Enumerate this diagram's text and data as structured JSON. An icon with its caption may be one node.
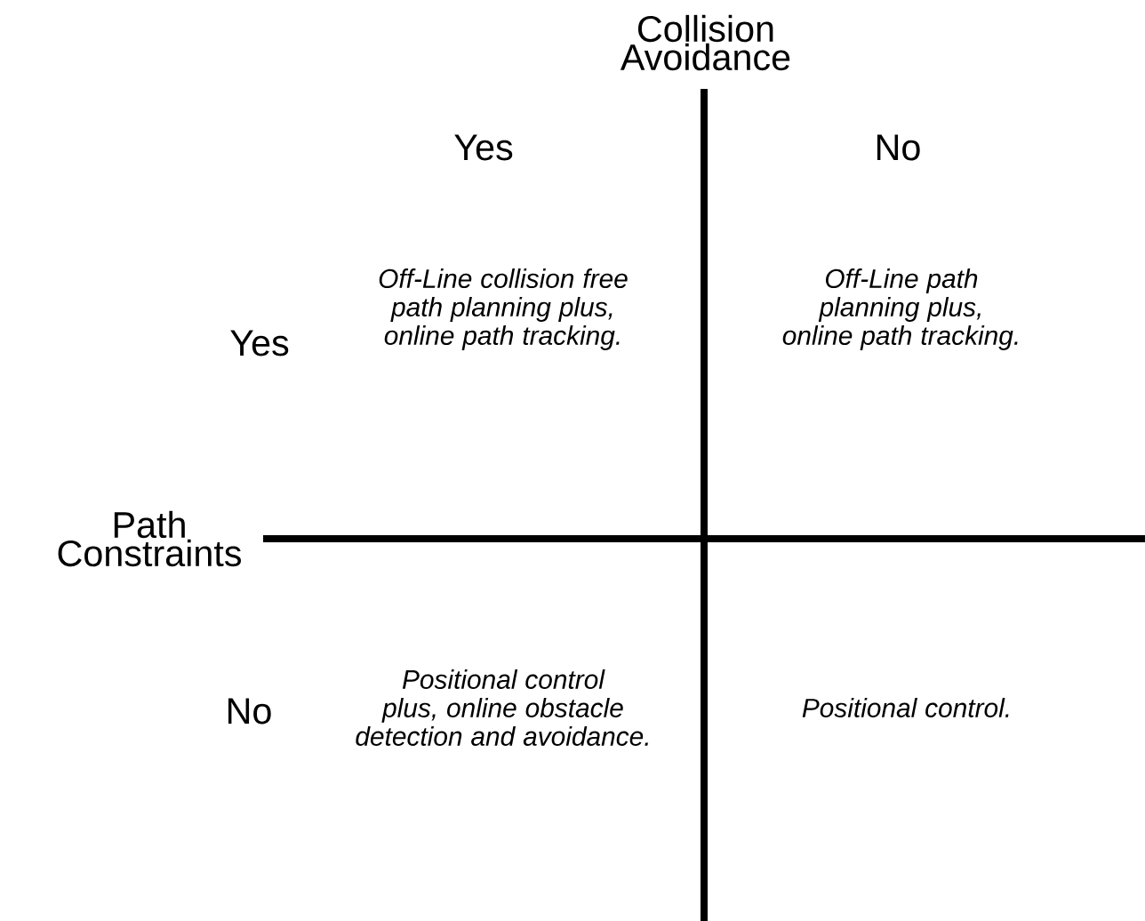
{
  "diagram": {
    "labels": [
      "Collision Avoidance",
      "Yes",
      "No",
      "Yes",
      "Off-Line collision free path planning plus, online path tracking.",
      "Off-Line path planning plus, online path tracking.",
      "Path Constraints",
      "No",
      "Positional control plus, online obstacle detection and avoidance.",
      "Positional control."
    ]
  }
}
